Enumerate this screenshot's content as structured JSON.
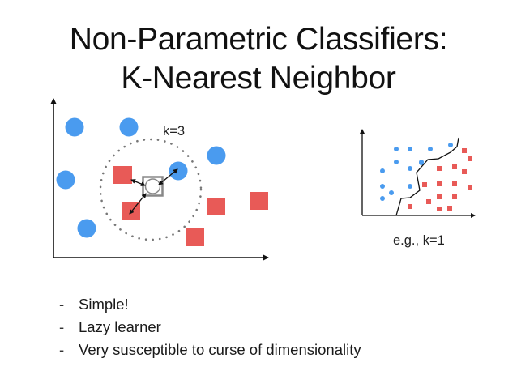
{
  "slide": {
    "title_line1": "Non-Parametric Classifiers:",
    "title_line2": "K-Nearest Neighbor",
    "bullets": [
      {
        "marker": "-",
        "text": "Simple!"
      },
      {
        "marker": "-",
        "text": "Lazy learner"
      },
      {
        "marker": "-",
        "text": "Very susceptible to curse of dimensionality"
      }
    ]
  },
  "colors": {
    "class_a_circle": "#4a9bef",
    "class_b_square": "#e85a57",
    "query_point": "#888888",
    "neighborhood_dots": "#777777",
    "axes": "#111111"
  },
  "main_plot": {
    "label": "k=3",
    "k": 3,
    "circles": [
      [
        92,
        157
      ],
      [
        159,
        157
      ],
      [
        81,
        222
      ],
      [
        267,
        192
      ],
      [
        220,
        211
      ],
      [
        107,
        282
      ]
    ],
    "squares": [
      [
        151,
        216
      ],
      [
        161,
        260
      ],
      [
        266,
        255
      ],
      [
        319,
        247
      ],
      [
        240,
        293
      ]
    ],
    "query": [
      188,
      230
    ],
    "neighbors": [
      [
        151,
        216
      ],
      [
        161,
        260
      ],
      [
        220,
        211
      ]
    ]
  },
  "small_plot": {
    "label": "e.g., k=1",
    "k": 1
  }
}
